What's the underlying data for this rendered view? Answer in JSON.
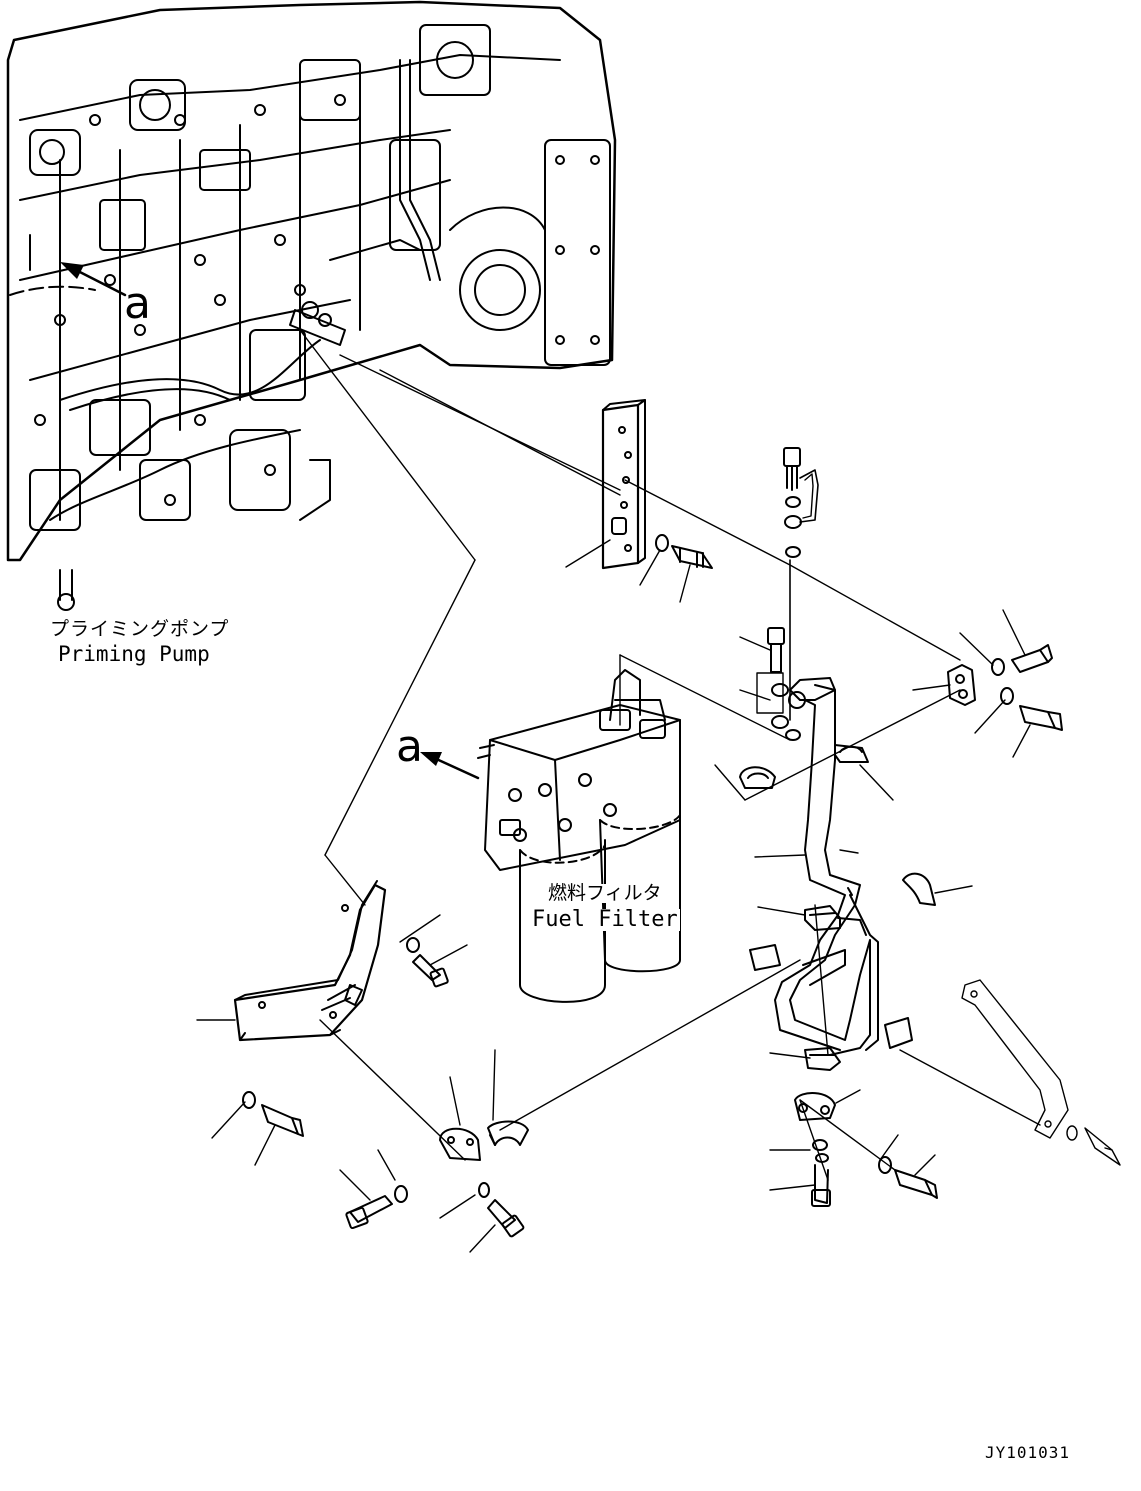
{
  "labels": {
    "priming_pump_jp": "プライミングポンプ",
    "priming_pump_en": "Priming Pump",
    "fuel_filter_jp": "燃料フィルタ",
    "fuel_filter_en": "Fuel Filter",
    "callout_a": "a",
    "drawing_number": "JY101031"
  }
}
